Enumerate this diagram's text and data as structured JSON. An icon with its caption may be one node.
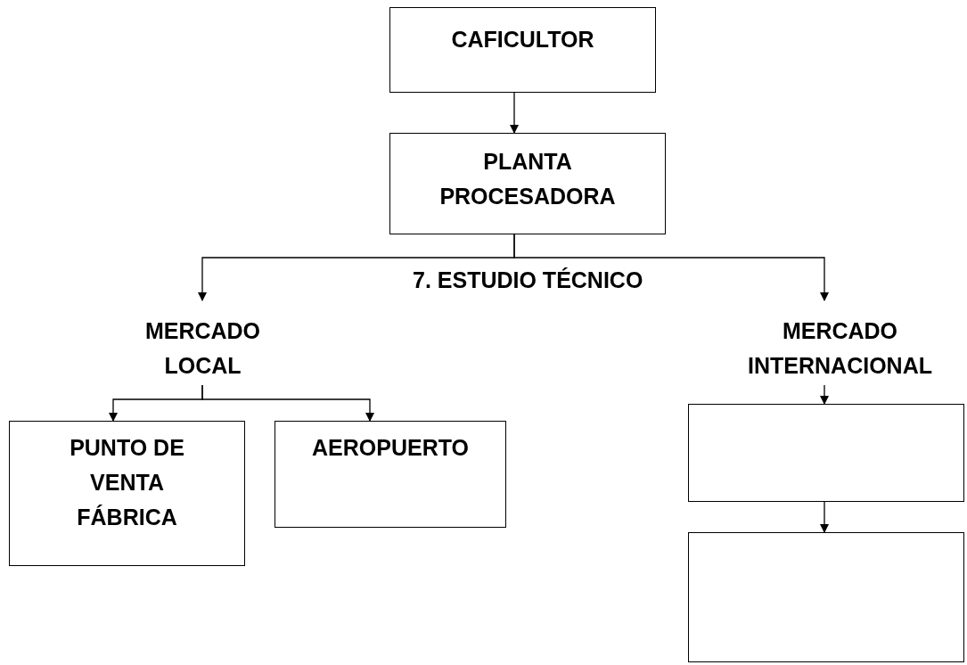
{
  "diagram": {
    "title": "7. ESTUDIO TÉCNICO",
    "nodes": [
      {
        "text": [
          "CAFICULTOR"
        ]
      },
      {
        "text": [
          "PLANTA PROCESADORA"
        ]
      },
      {
        "text": [
          "MERCADO LOCAL"
        ]
      },
      {
        "text": [
          "MERCADO INTERNACIONAL"
        ]
      },
      {
        "text": [
          "PUNTO DE VENTA FÁBRICA"
        ]
      },
      {
        "text": [
          "AEROPUERTO"
        ]
      },
      {
        "text": [],
        "shape": "box"
      },
      {
        "text": [],
        "shape": "box"
      }
    ],
    "edges": [
      {
        "from": 0,
        "to": 1,
        "arrow": "to"
      },
      {
        "from": 1,
        "to": 2,
        "arrow": "to"
      },
      {
        "from": 1,
        "to": 3,
        "arrow": "to"
      },
      {
        "from": 2,
        "to": 4,
        "arrow": "to"
      },
      {
        "from": 2,
        "to": 5,
        "arrow": "to"
      },
      {
        "from": 3,
        "to": 6,
        "arrow": "to"
      },
      {
        "from": 6,
        "to": 7,
        "arrow": "to"
      }
    ]
  }
}
